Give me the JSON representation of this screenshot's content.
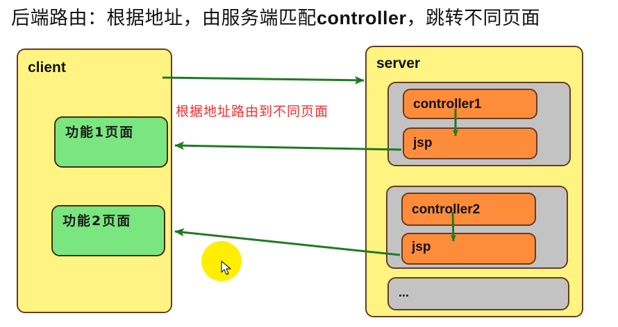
{
  "title": {
    "text_before": "后端路由：根据地址，由服务端匹配",
    "text_bold": "controller",
    "text_after": "，跳转不同页面"
  },
  "client": {
    "label": "client",
    "pages": [
      {
        "label": "功能1页面"
      },
      {
        "label": "功能2页面"
      }
    ]
  },
  "server": {
    "label": "server",
    "groups": [
      {
        "controller": "controller1",
        "view": "jsp"
      },
      {
        "controller": "controller2",
        "view": "jsp"
      }
    ],
    "more": "..."
  },
  "annotation": "根据地址路由到不同页面",
  "colors": {
    "panel": "#fff482",
    "page": "#7ae67f",
    "group": "#c3c3c3",
    "controller": "#ff8c3a",
    "arrow": "#1f7a1f",
    "annotation": "#ff2a2a",
    "cursor_highlight": "#ffee00"
  }
}
